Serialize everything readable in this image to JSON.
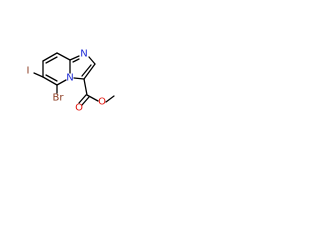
{
  "molecule": {
    "atoms": {
      "iodine": {
        "label": "I",
        "color": "#8b3a1f"
      },
      "bromine": {
        "label": "Br",
        "color": "#8b3a1f"
      },
      "ring_nitrogen": {
        "label": "N",
        "color": "#1d2ad6"
      },
      "bridge_nitrogen": {
        "label": "N",
        "color": "#1d2ad6"
      },
      "carbonyl_oxygen": {
        "label": "O",
        "color": "#e3120b"
      },
      "ester_oxygen": {
        "label": "O",
        "color": "#e3120b"
      }
    },
    "bond_color": "#000000"
  }
}
